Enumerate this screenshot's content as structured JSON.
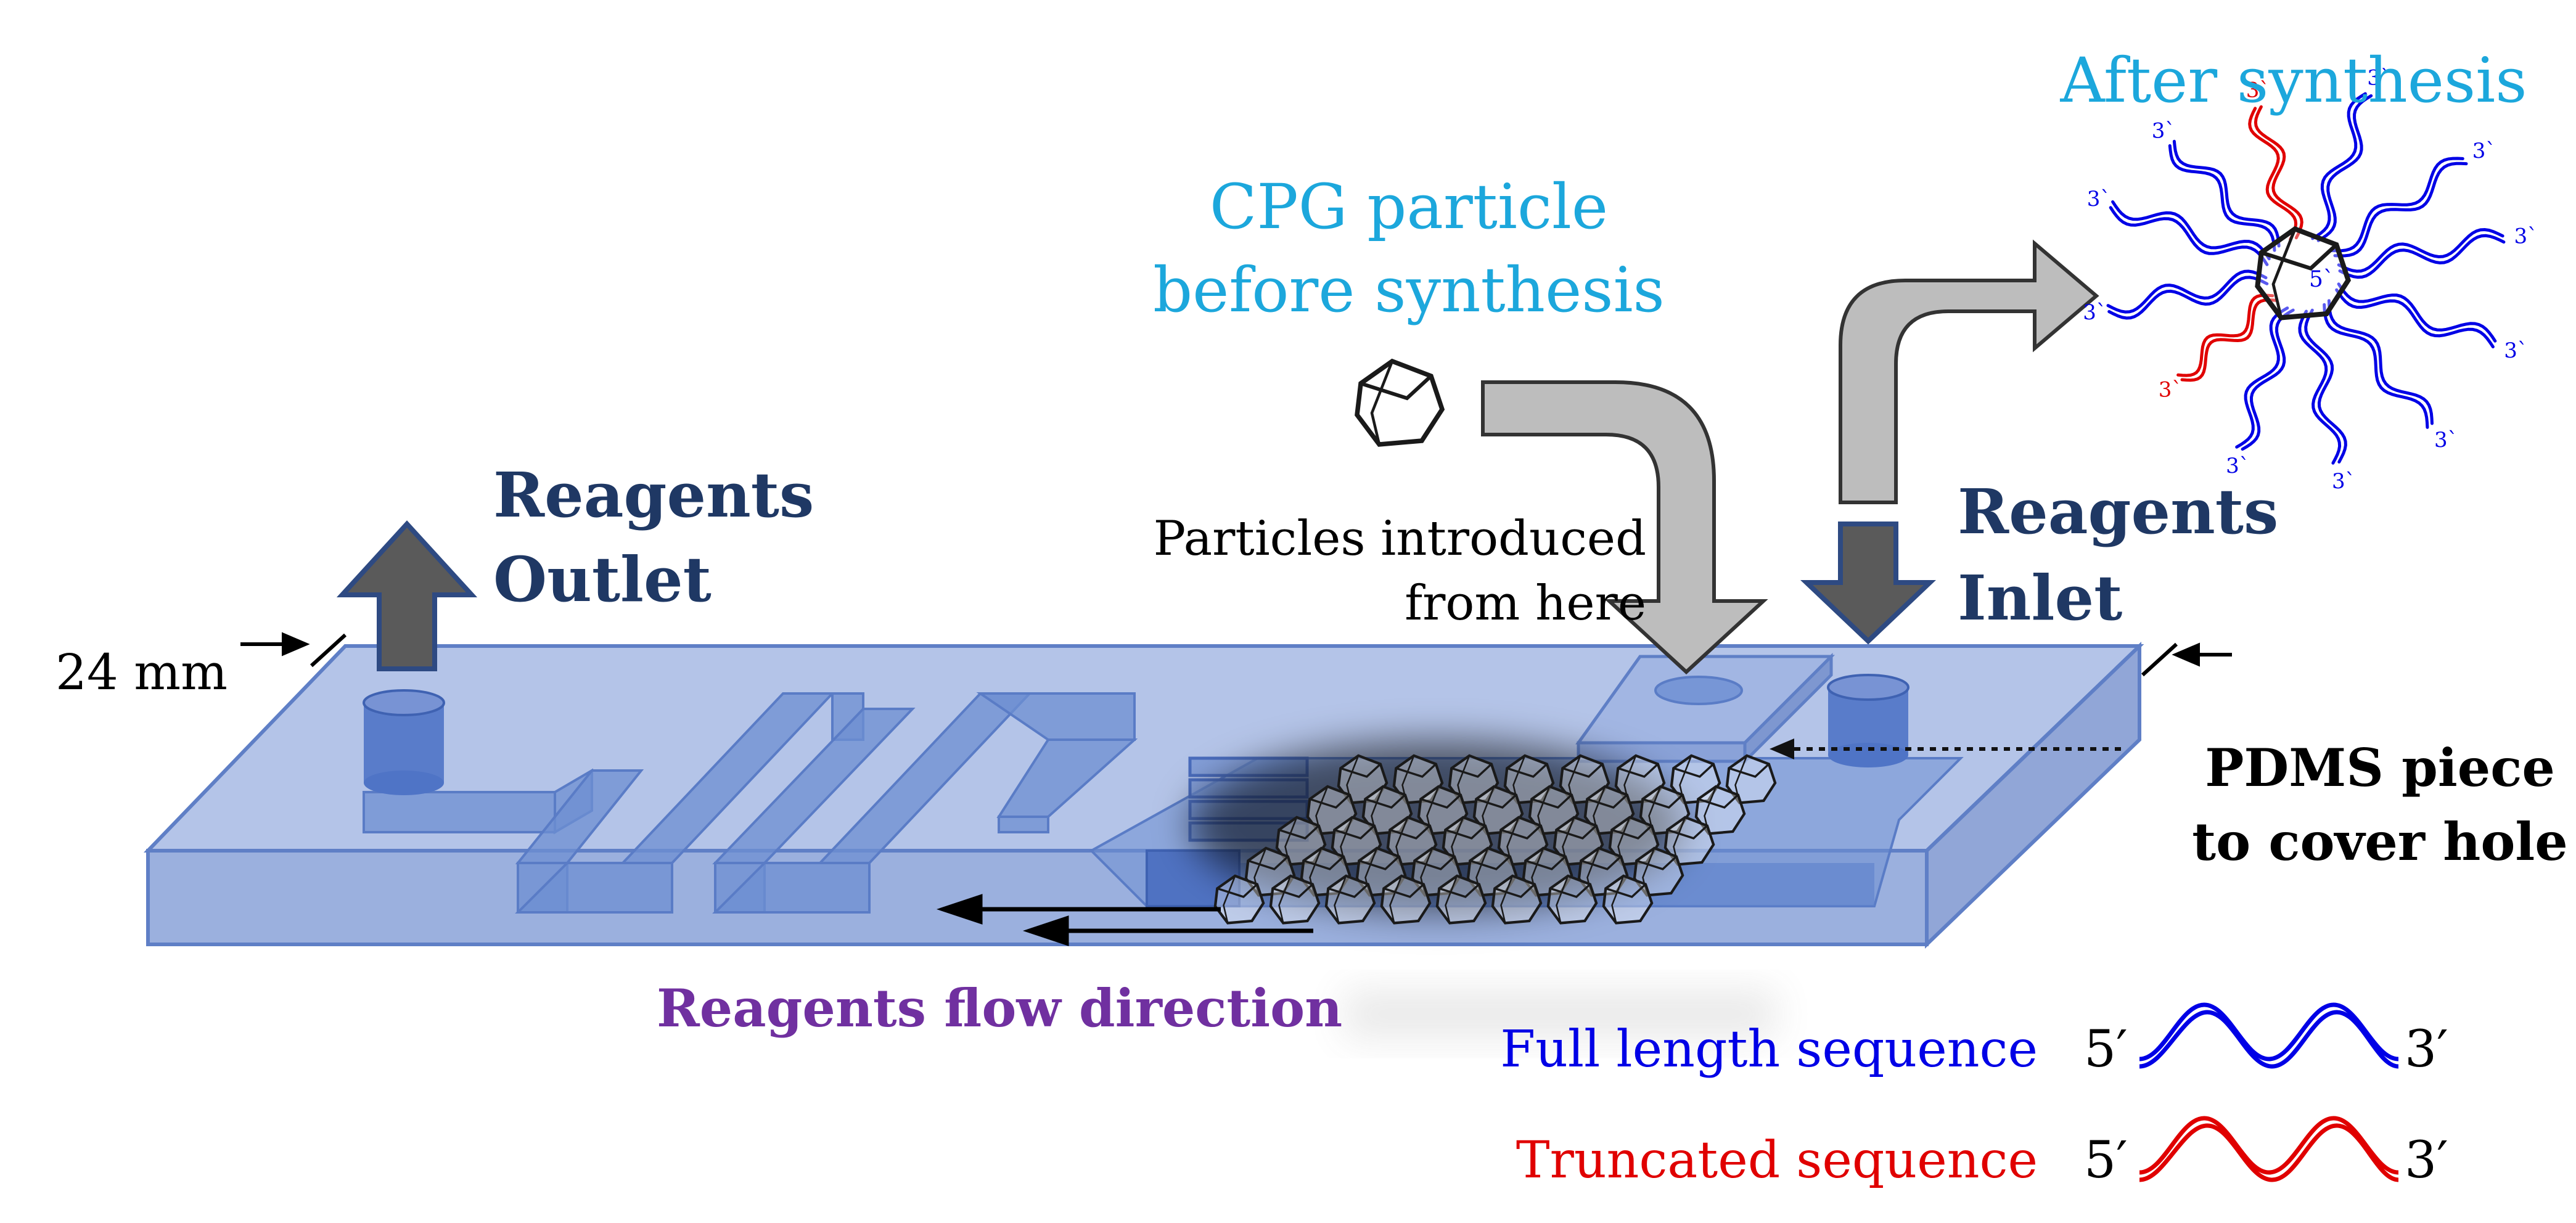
{
  "labels": {
    "after_synthesis": "After synthesis",
    "cpg_line1": "CPG particle",
    "cpg_line2": "before synthesis",
    "particles_line1": "Particles introduced",
    "particles_line2": "from here",
    "outlet_line1": "Reagents",
    "outlet_line2": "Outlet",
    "inlet_line1": "Reagents",
    "inlet_line2": "Inlet",
    "width_dim": "24 mm",
    "pdms_line1": "PDMS piece",
    "pdms_line2": "to cover hole",
    "flow_direction": "Reagents flow direction"
  },
  "legend": {
    "full_label": "Full length sequence",
    "trunc_label": "Truncated sequence",
    "five_prime": "5′",
    "three_prime": "3′"
  },
  "strand_labels": {
    "three": "3`",
    "five": "5`"
  },
  "colors": {
    "cyan_title": "#1ca7dc",
    "navy_label": "#1f3864",
    "purple_label": "#7030a0",
    "full_strand": "#0000e6",
    "trunc_strand": "#e00000",
    "chip_fill": "#8ea6da",
    "channel_fill": "#6d8fd2",
    "gray_arrow": "#bdbdbd",
    "dark_arrow": "#666666"
  }
}
